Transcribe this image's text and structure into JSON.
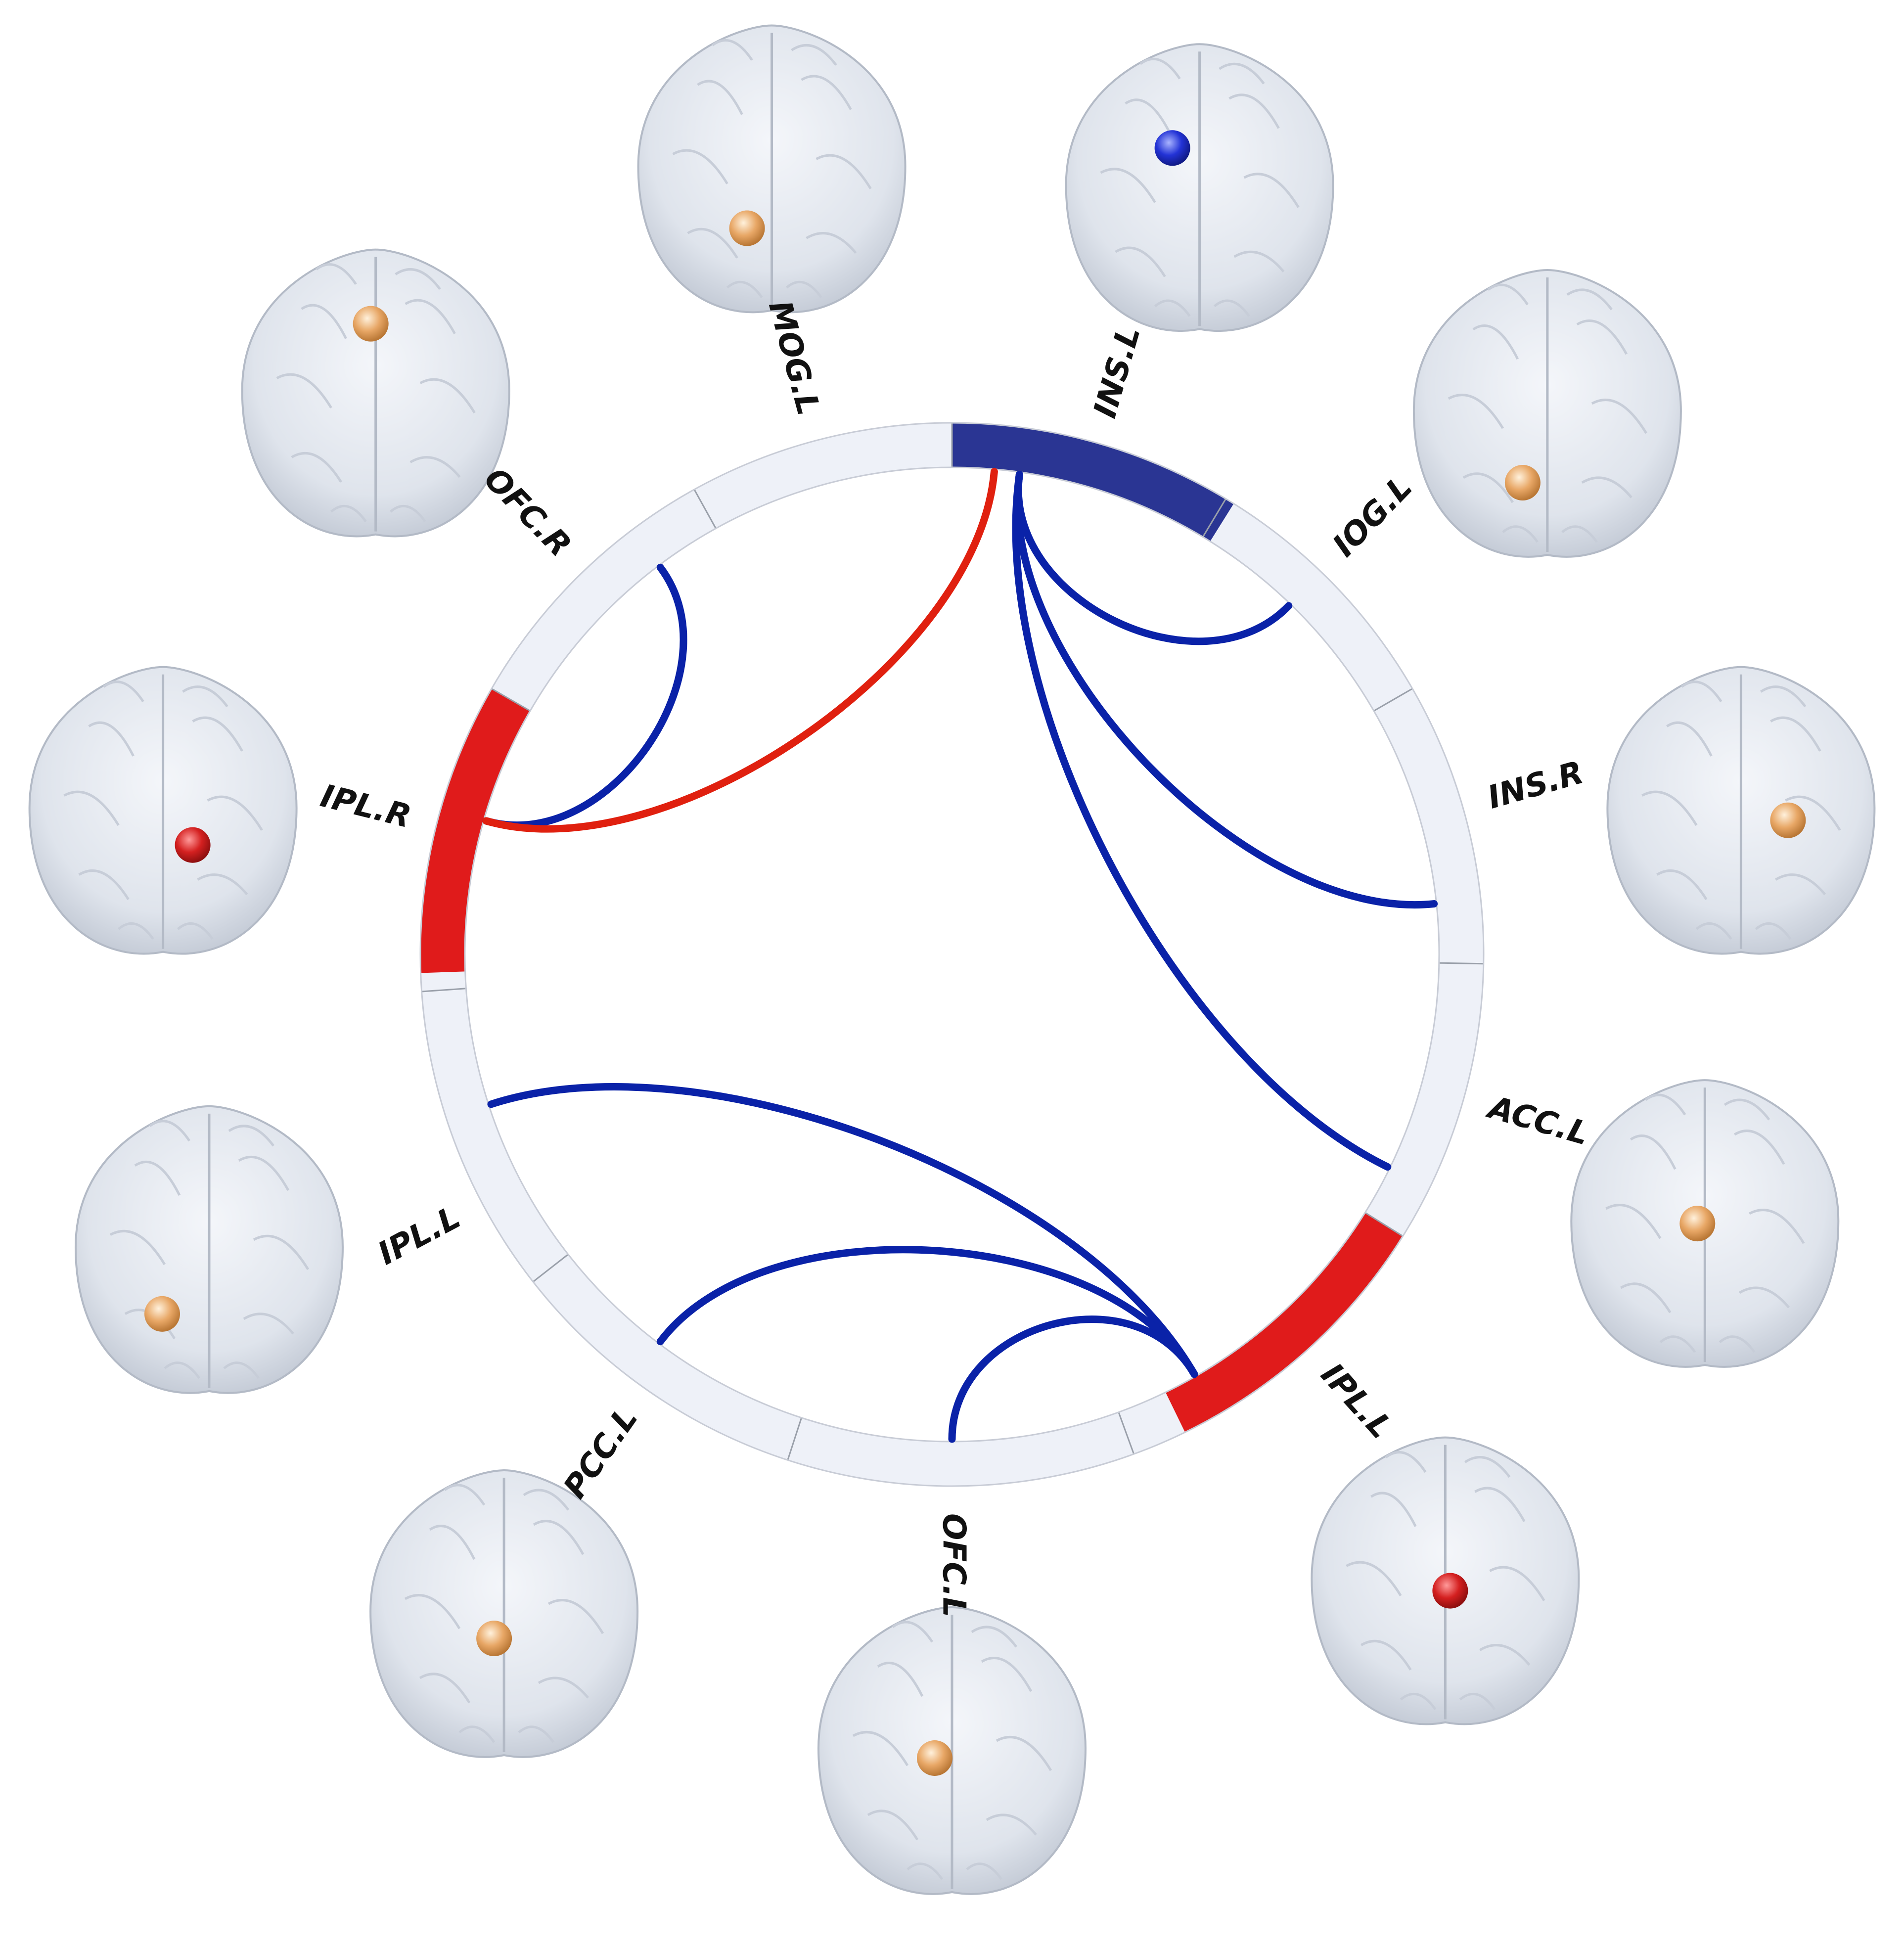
{
  "colors": {
    "ring_default": "#eef1f8",
    "ring_outline": "#c8ccd6",
    "highlight_red": "#e01b1b",
    "highlight_blue": "#2a3593",
    "connection_blue": "#0a22a8",
    "connection_red": "#e0200f",
    "dot_orange": "#e8a766",
    "dot_red": "#d42020",
    "dot_blue": "#2333d6",
    "brain": "#dfe4ec"
  },
  "nodes": [
    {
      "id": "ins_l",
      "label": "INS.L",
      "highlight": "blue",
      "dot": "blue"
    },
    {
      "id": "iog_l",
      "label": "IOG.L",
      "highlight": "none",
      "dot": "orange"
    },
    {
      "id": "ins_r",
      "label": "INS.R",
      "highlight": "none",
      "dot": "orange"
    },
    {
      "id": "acc_l",
      "label": "ACC.L",
      "highlight": "none",
      "dot": "orange"
    },
    {
      "id": "ipl_l2",
      "label": "IPL.L",
      "highlight": "red",
      "dot": "red"
    },
    {
      "id": "ofc_l",
      "label": "OFC.L",
      "highlight": "none",
      "dot": "orange"
    },
    {
      "id": "pcc_l",
      "label": "PCC.L",
      "highlight": "none",
      "dot": "orange"
    },
    {
      "id": "ipl_l",
      "label": "IPL.L",
      "highlight": "none",
      "dot": "orange"
    },
    {
      "id": "ipl_r",
      "label": "IPL.R",
      "highlight": "red",
      "dot": "red"
    },
    {
      "id": "ofc_r",
      "label": "OFC.R",
      "highlight": "none",
      "dot": "orange"
    },
    {
      "id": "mog_l",
      "label": "MOG.L",
      "highlight": "none",
      "dot": "orange"
    }
  ],
  "connections": [
    {
      "from": "ins_l",
      "to": "iog_l",
      "sign": "negative"
    },
    {
      "from": "ins_l",
      "to": "ins_r",
      "sign": "negative"
    },
    {
      "from": "ins_l",
      "to": "acc_l",
      "sign": "negative"
    },
    {
      "from": "ofc_r",
      "to": "ipl_r",
      "sign": "negative"
    },
    {
      "from": "mog_l",
      "to": "ipl_r",
      "sign": "positive"
    },
    {
      "from": "ipl_l",
      "to": "ipl_l2",
      "sign": "negative"
    },
    {
      "from": "pcc_l",
      "to": "ipl_l2",
      "sign": "negative"
    },
    {
      "from": "ofc_l",
      "to": "ipl_l2",
      "sign": "negative"
    }
  ]
}
